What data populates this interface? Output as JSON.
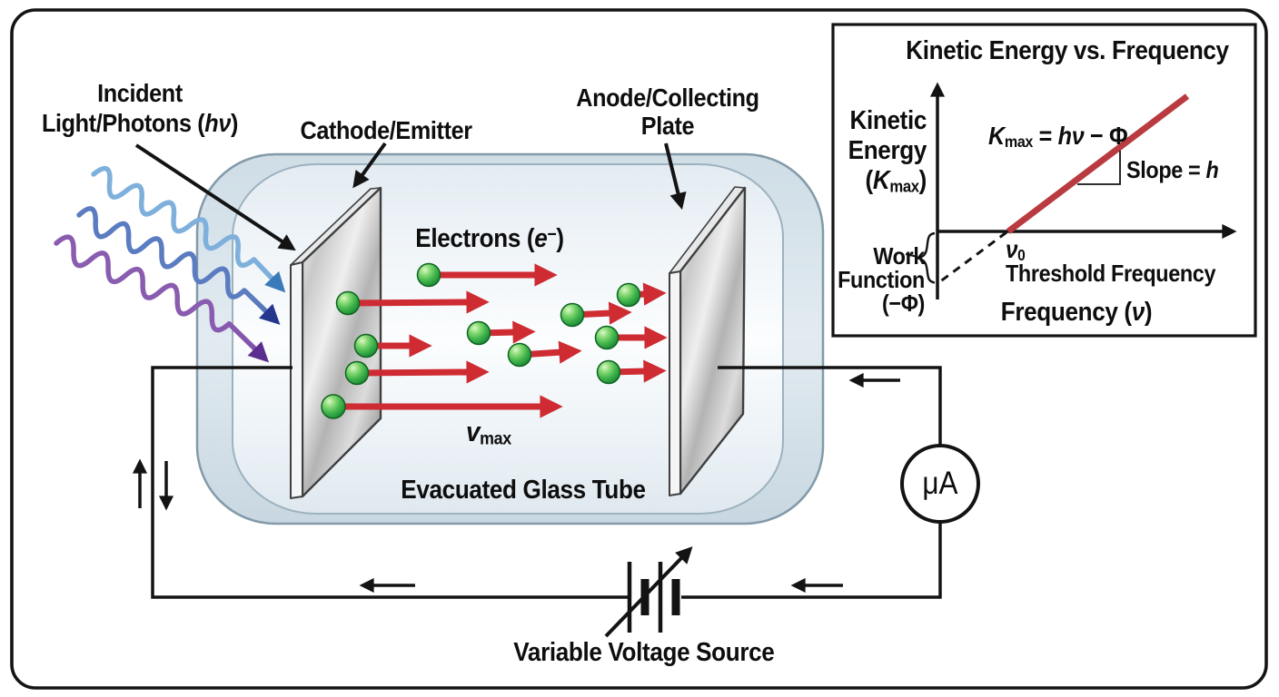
{
  "diagram": {
    "incident_label": {
      "line1": "Incident",
      "line2_pre": "Light/Photons (",
      "line2_italic": "hν",
      "line2_post": ")"
    },
    "cathode_label": "Cathode/Emitter",
    "anode_label": {
      "line1": "Anode/Collecting",
      "line2": "Plate"
    },
    "electrons_label": {
      "pre": "Electrons (",
      "italic": "e",
      "sup": "−",
      "post": ")"
    },
    "vmax_label": {
      "italic": "v",
      "sub": "max"
    },
    "tube_label": "Evacuated Glass Tube",
    "meter_label": "μA",
    "voltage_label": "Variable Voltage Source"
  },
  "inset": {
    "title": "Kinetic Energy vs. Frequency",
    "ylabel": {
      "line1": "Kinetic",
      "line2": "Energy",
      "line3_pre": "(",
      "line3_italic": "K",
      "line3_sub": "max",
      "line3_post": ")"
    },
    "formula": {
      "k": "K",
      "k_sub": "max",
      "mid": " = ",
      "hv": "hν",
      "tail": " − Φ"
    },
    "slope": {
      "pre": "Slope = ",
      "italic": "h"
    },
    "threshold_point": {
      "nu": "ν",
      "sub": "0"
    },
    "threshold_text": "Threshold Frequency",
    "xlabel": {
      "pre": "Frequency (",
      "italic": "ν",
      "post": ")"
    },
    "work_function": {
      "line1": "Work",
      "line2": "Function",
      "line3": "(−Φ)"
    }
  },
  "colors": {
    "arrow_red": "#ce2b32",
    "plot_line_red": "#b93b40",
    "electron_green": "#2fa23e",
    "wave_blue": "#4c88c6",
    "wave_navy": "#2c3f96",
    "wave_purple": "#653995",
    "glass_blue": "#d6e2ea",
    "wire_black": "#131313"
  }
}
